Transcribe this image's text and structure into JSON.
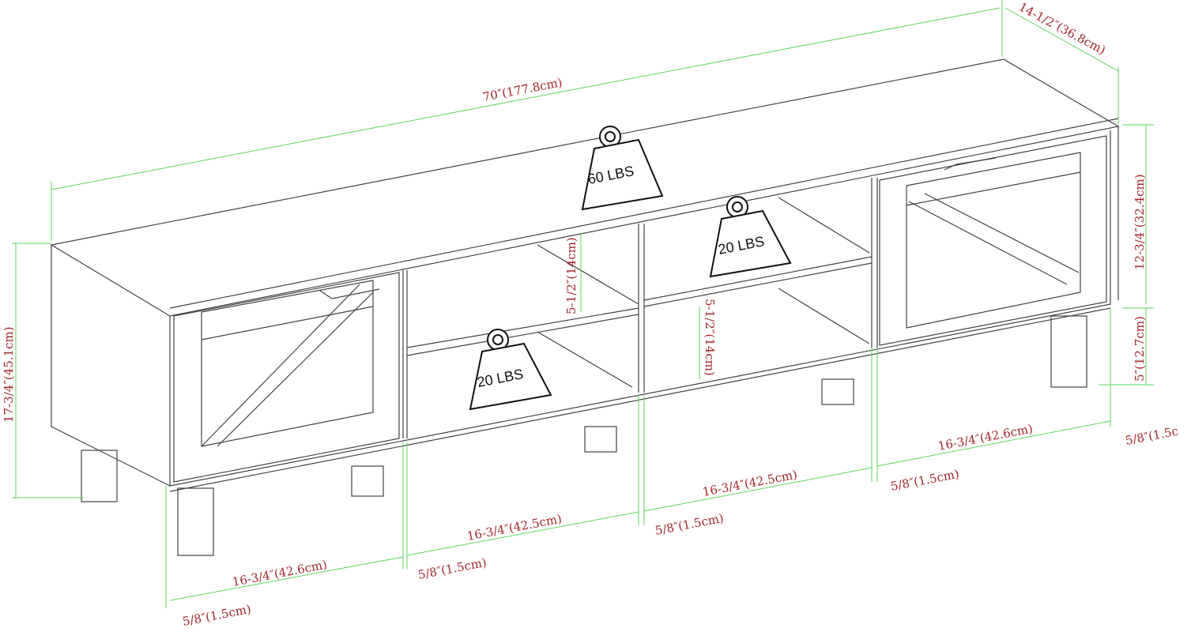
{
  "title": "TV stand dimension diagram",
  "colors": {
    "dimension_line": "#5cd65c",
    "dimension_text": "#a3262e",
    "outline": "#444444"
  },
  "dimensions": {
    "width": "70″(177.8cm)",
    "depth": "14-1/2″(36.8cm)",
    "total_height": "17-3/4″(45.1cm)",
    "cabinet_height": "12-3/4″(32.4cm)",
    "leg_height": "5″(12.7cm)",
    "shelf_upper": "5-1/2″(14cm)",
    "shelf_lower": "5-1/2″(14cm)",
    "bay_1": "16-3/4″(42.6cm)",
    "bay_2": "16-3/4″(42.5cm)",
    "bay_3": "16-3/4″(42.5cm)",
    "bay_4": "16-3/4″(42.6cm)",
    "panel_1": "5/8″(1.5cm)",
    "panel_2": "5/8″(1.5cm)",
    "panel_3": "5/8″(1.5cm)",
    "panel_4": "5/8″(1.5cm)",
    "panel_5": "5/8″(1.5c"
  },
  "weights": {
    "top": "60 LBS",
    "shelf_right": "20 LBS",
    "shelf_left": "20 LBS"
  }
}
